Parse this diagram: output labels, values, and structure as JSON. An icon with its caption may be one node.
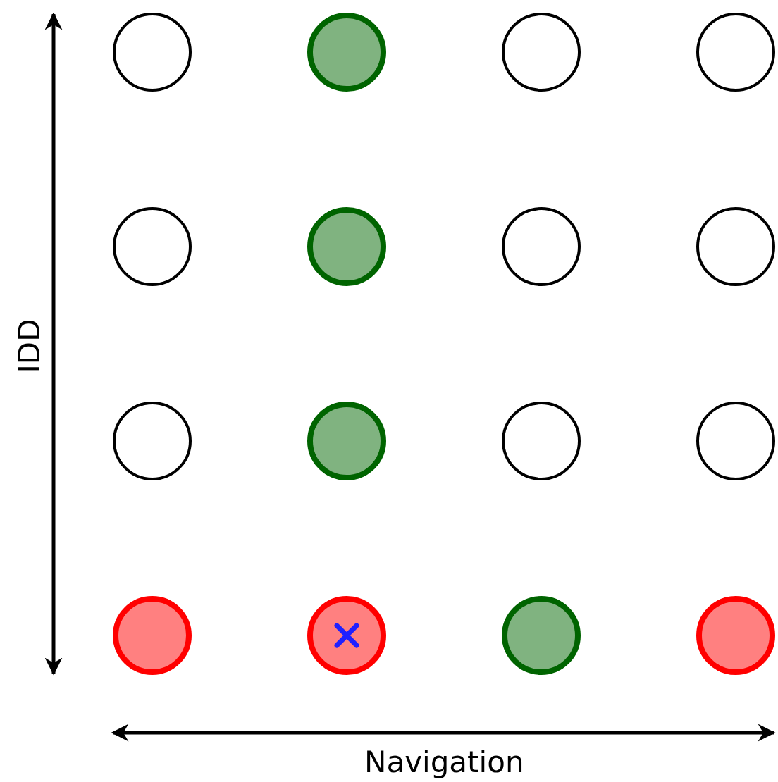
{
  "diagram": {
    "nodes": [
      {
        "text": [],
        "shape": "circle"
      },
      {
        "text": [],
        "shape": "circle"
      },
      {
        "text": [],
        "shape": "circle"
      },
      {
        "text": [],
        "shape": "circle"
      },
      {
        "text": [],
        "shape": "circle"
      },
      {
        "text": [],
        "shape": "circle"
      },
      {
        "text": [],
        "shape": "circle"
      },
      {
        "text": [],
        "shape": "circle"
      },
      {
        "text": [],
        "shape": "circle"
      },
      {
        "text": [],
        "shape": "circle"
      },
      {
        "text": [],
        "shape": "circle"
      },
      {
        "text": [],
        "shape": "circle"
      },
      {
        "text": [],
        "shape": "circle"
      },
      {
        "text": [],
        "shape": "circle"
      },
      {
        "text": [],
        "shape": "circle"
      },
      {
        "text": [],
        "shape": "circle"
      }
    ],
    "labels": [
      "IDD",
      "Navigation"
    ]
  }
}
